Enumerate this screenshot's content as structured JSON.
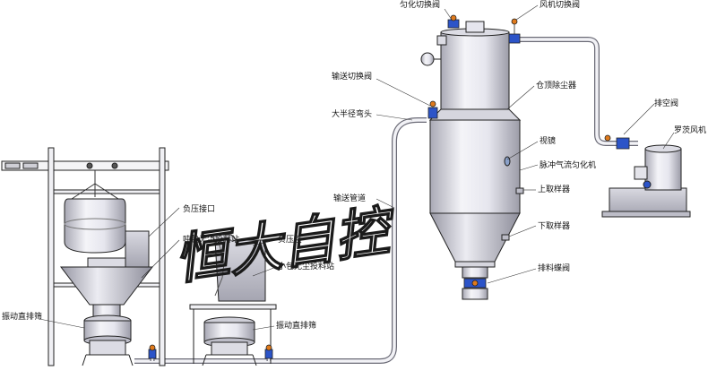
{
  "labels": {
    "homogenizing_switch_valve": "匀化切换阀",
    "fan_switch_valve": "风机切换阀",
    "conveying_switch_valve": "输送切换阀",
    "silo_top_dust_collector": "仓顶除尘器",
    "large_radius_elbow": "大半径弯头",
    "sight_glass": "视镜",
    "pulse_air_homogenizer": "脉冲气流匀化机",
    "conveying_pipe": "输送管道",
    "upper_sampler": "上取样器",
    "lower_sampler": "下取样器",
    "discharge_butterfly_valve": "排料蝶阀",
    "vent_valve": "排空阀",
    "roots_blower": "罗茨风机",
    "negative_pressure_port_1": "负压接口",
    "ton_bag_station": "吨包无尘投料站",
    "negative_pressure_port_2": "负压接",
    "small_bag_station": "小包无尘投料站",
    "vibrating_screen_1": "振动直排筛",
    "vibrating_screen_2": "振动直排筛"
  },
  "watermark": "恒大自控",
  "colors": {
    "valve_blue": "#2c54c8",
    "valve_orange": "#e07a1c",
    "steel_light": "#eeeef4",
    "steel_mid": "#c9c9d3",
    "steel_dark": "#8f8f9c",
    "line": "#222222"
  }
}
